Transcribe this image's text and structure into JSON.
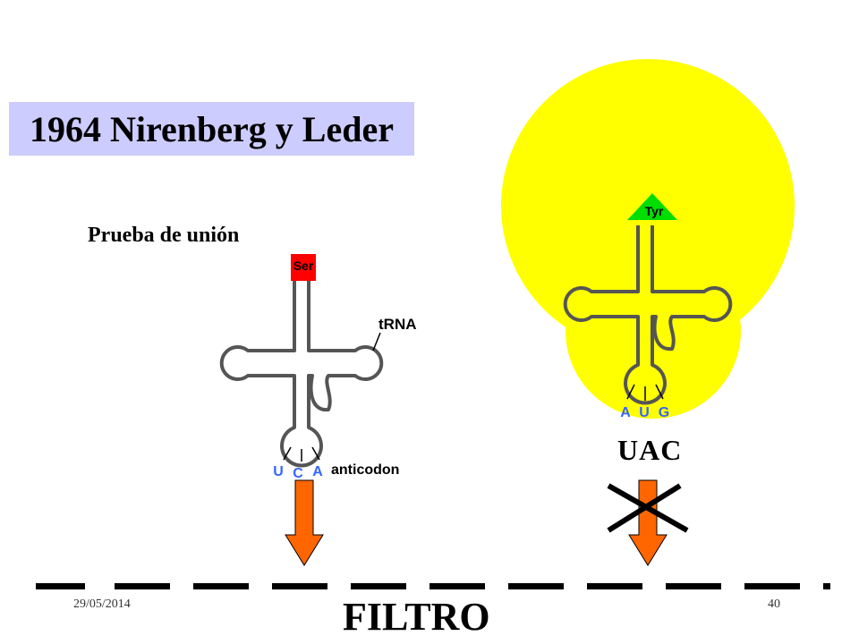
{
  "title": "1964 Nirenberg y Leder",
  "subtitle": "Prueba de unión",
  "trna_left": {
    "amino_acid": "Ser",
    "label": "tRNA",
    "anticodon_label": "anticodon",
    "bases": [
      "U",
      "C",
      "A"
    ],
    "amino_color": "#ff0000"
  },
  "trna_right": {
    "amino_acid": "Tyr",
    "bases": [
      "A",
      "U",
      "G"
    ],
    "amino_color": "#00dd00",
    "highlight_color": "#ffff00"
  },
  "codon": "UAC",
  "filter_label": "FILTRO",
  "footer": {
    "date": "29/05/2014",
    "page": "40"
  },
  "colors": {
    "arrow": "#ff6600",
    "base_letters": "#3366ff",
    "title_bg": "#ccccff"
  }
}
